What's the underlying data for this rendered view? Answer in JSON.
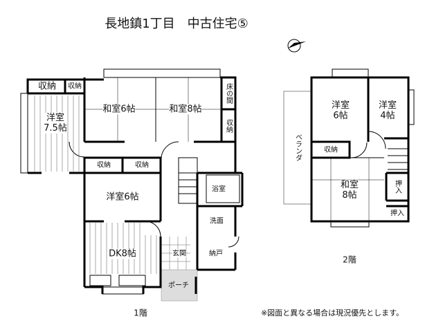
{
  "title": "長地鎮1丁目　中古住宅⑤",
  "compass_icon": "north-arrow-icon",
  "floor1": {
    "label": "1階",
    "rooms": {
      "western_75": [
        "洋室",
        "7.5帖"
      ],
      "storage_a": "収納",
      "storage_b": "収納",
      "japanese_6": "和室6帖",
      "japanese_8": "和室8帖",
      "tokonoma": "床の間",
      "storage_c": "収納",
      "storage_d": "収納",
      "storage_e": "収納",
      "western_6": "洋室6帖",
      "bath": "浴室",
      "washroom": "洗面",
      "entrance": "玄関",
      "closet": "納戸",
      "dk": "DK8帖",
      "porch": "ポーチ"
    }
  },
  "floor2": {
    "label": "2階",
    "rooms": {
      "western_6": [
        "洋室",
        "6帖"
      ],
      "western_4": [
        "洋室",
        "4帖"
      ],
      "storage": "収納",
      "japanese_8": [
        "和室",
        "8帖"
      ],
      "veranda": "ベランダ",
      "oshiire_a": "押入",
      "oshiire_b": "押入"
    }
  },
  "note": "※図面と異なる場合は現況優先とします。"
}
